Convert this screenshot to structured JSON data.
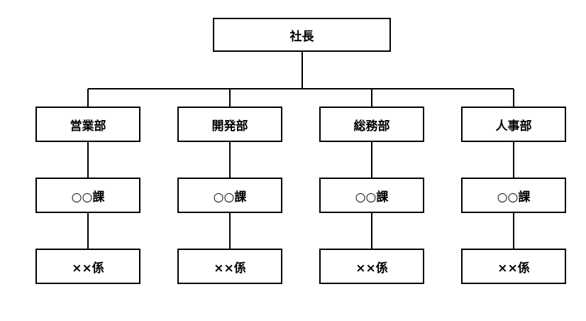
{
  "ceo": {
    "label": "社長"
  },
  "departments": [
    {
      "name": "営業部",
      "section": "○○課",
      "unit": "××係"
    },
    {
      "name": "開発部",
      "section": "○○課",
      "unit": "××係"
    },
    {
      "name": "総務部",
      "section": "○○課",
      "unit": "××係"
    },
    {
      "name": "人事部",
      "section": "○○課",
      "unit": "××係"
    }
  ]
}
